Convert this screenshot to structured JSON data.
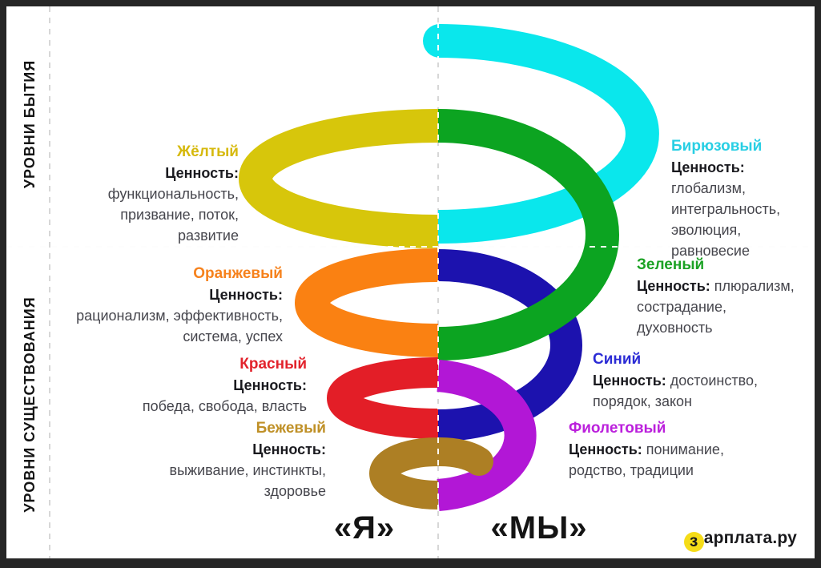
{
  "frame": {
    "background": "#ffffff",
    "border_color": "#262626"
  },
  "palette": {
    "turquoise": "#0ae7ec",
    "yellow": "#d7c60b",
    "green": "#0ca421",
    "orange": "#fa8112",
    "blue": "#1c12ae",
    "red": "#e31e27",
    "purple": "#b217d6",
    "beige": "#ad7f24",
    "logo_circle": "#f5dc18",
    "dash_gray": "#d7d7d7"
  },
  "axis": {
    "being": "УРОВНИ БЫТИЯ",
    "existence": "УРОВНИ СУЩЕСТВОВАНИЯ"
  },
  "poles": {
    "self": "«Я»",
    "we": "«МЫ»"
  },
  "logo": {
    "first_letter": "з",
    "rest": "арплата.ру"
  },
  "levels": [
    {
      "name": "Бирюзовый",
      "color": "#29cfe4",
      "value_label": "Ценность:",
      "value_inline": "",
      "lines": [
        "глобализм,",
        "интегральность,",
        "эволюция,",
        "равновесие"
      ]
    },
    {
      "name": "Жёлтый",
      "color": "#d6b90d",
      "value_label": "Ценность:",
      "value_inline": "",
      "lines": [
        "функциональность,",
        "призвание, поток,",
        "развитие"
      ]
    },
    {
      "name": "Зеленый",
      "color": "#1ba224",
      "value_label": "Ценность:",
      "value_inline": "плюрализм,",
      "lines": [
        "сострадание,",
        "духовность"
      ]
    },
    {
      "name": "Оранжевый",
      "color": "#f6821d",
      "value_label": "Ценность:",
      "value_inline": "",
      "lines": [
        "рационализм, эффективность,",
        "система, успех"
      ]
    },
    {
      "name": "Синий",
      "color": "#2b2bd5",
      "value_label": "Ценность:",
      "value_inline": "достоинство,",
      "lines": [
        "порядок, закон"
      ]
    },
    {
      "name": "Красный",
      "color": "#e2232c",
      "value_label": "Ценность:",
      "value_inline": "",
      "lines": [
        "победа, свобода, власть"
      ]
    },
    {
      "name": "Фиолетовый",
      "color": "#bb20dc",
      "value_label": "Ценность:",
      "value_inline": "понимание,",
      "lines": [
        "родство, традиции"
      ]
    },
    {
      "name": "Бежевый",
      "color": "#bf9027",
      "value_label": "Ценность:",
      "value_inline": "",
      "lines": [
        "выживание, инстинкты,",
        "здоровье"
      ]
    }
  ]
}
